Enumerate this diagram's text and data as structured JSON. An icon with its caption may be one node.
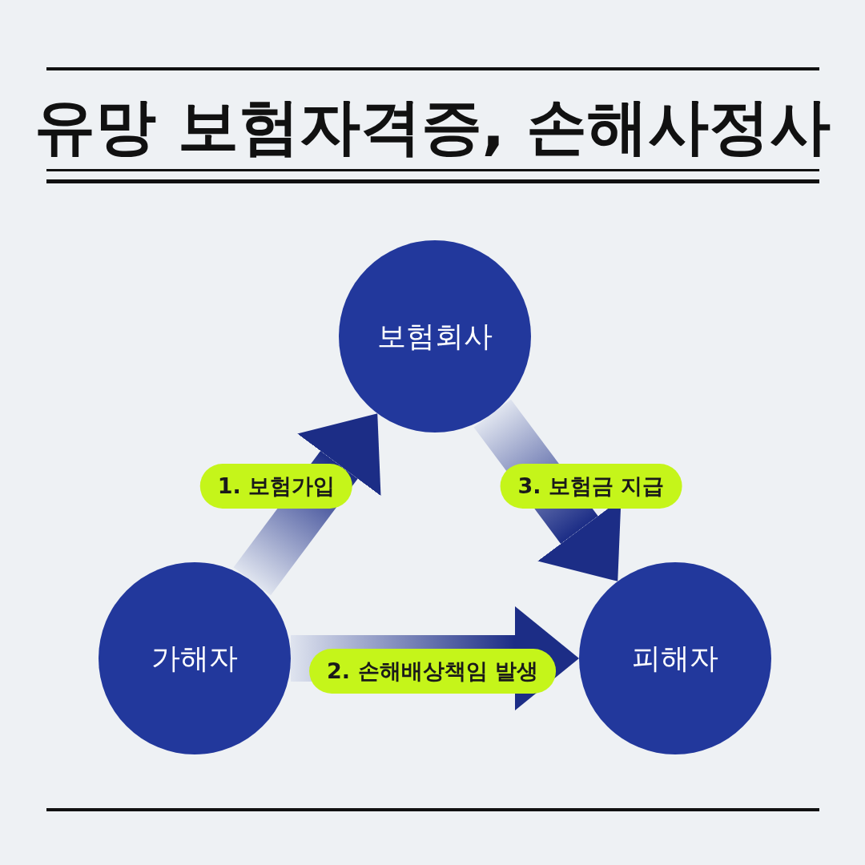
{
  "diagram": {
    "title": "유망 보험자격증, 손해사정사",
    "nodes": [
      {
        "text": [
          "보험회사"
        ]
      },
      {
        "text": [
          "가해자"
        ]
      },
      {
        "text": [
          "피해자"
        ]
      }
    ],
    "edges": [
      {
        "from": 1,
        "to": 0,
        "arrow": "to",
        "label": "1. 보험가입"
      },
      {
        "from": 1,
        "to": 2,
        "arrow": "to",
        "label": "2. 손해배상책임 발생"
      },
      {
        "from": 0,
        "to": 2,
        "arrow": "to",
        "label": "3. 보험금 지급"
      }
    ]
  }
}
